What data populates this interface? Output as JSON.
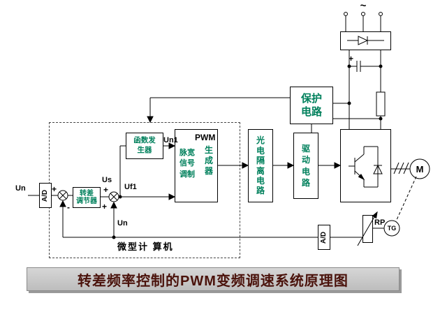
{
  "colors": {
    "box_text_green": "#00805c",
    "wire": "#000000",
    "title_text": "#4a120b",
    "title_bg": "#c2c2c2"
  },
  "title_bar": {
    "text": "转差频率控制的PWM变频调速系统原理图"
  },
  "power": {
    "ac": "~",
    "cap_plus": "+"
  },
  "blocks": {
    "protection": "保护电路",
    "function_generator": "函数发生器",
    "pwm": {
      "top": "PWM",
      "right": "生成器",
      "left": "脉宽信号调制"
    },
    "opto": "光电隔离电路",
    "drive": "驱动电路",
    "slip_regulator": {
      "line1": "转差",
      "line2": "调节器"
    },
    "microcomputer": "微型计 算机",
    "adc_left": "A/D",
    "adc_right": "A/D",
    "rp": "RP",
    "motor": "M",
    "tg": "TG"
  },
  "signals": {
    "input": "Un",
    "us": "Us",
    "uf1": "Uf1",
    "un1": "Un1",
    "feedback": "Un",
    "sum1_plus": "+",
    "sum1_minus": "-",
    "sum2_plus_top": "+",
    "sum2_plus_bottom": "+"
  }
}
